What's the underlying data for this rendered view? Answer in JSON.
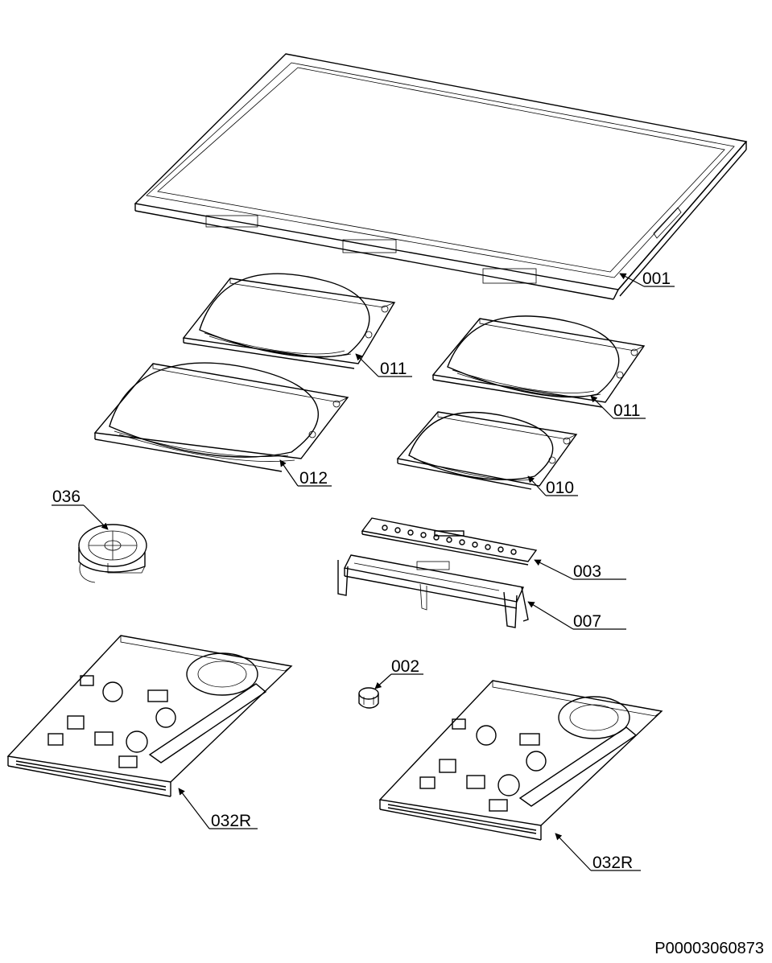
{
  "document_id": "P00003060873",
  "parts": [
    {
      "key": "frame",
      "label": "001"
    },
    {
      "key": "coil_top_left",
      "label": "011"
    },
    {
      "key": "coil_top_right",
      "label": "011"
    },
    {
      "key": "coil_large",
      "label": "012"
    },
    {
      "key": "coil_small",
      "label": "010"
    },
    {
      "key": "fan",
      "label": "036"
    },
    {
      "key": "control_board",
      "label": "003"
    },
    {
      "key": "board_bracket",
      "label": "007"
    },
    {
      "key": "knob",
      "label": "002"
    },
    {
      "key": "power_board_left",
      "label": "032R"
    },
    {
      "key": "power_board_right",
      "label": "032R"
    }
  ]
}
